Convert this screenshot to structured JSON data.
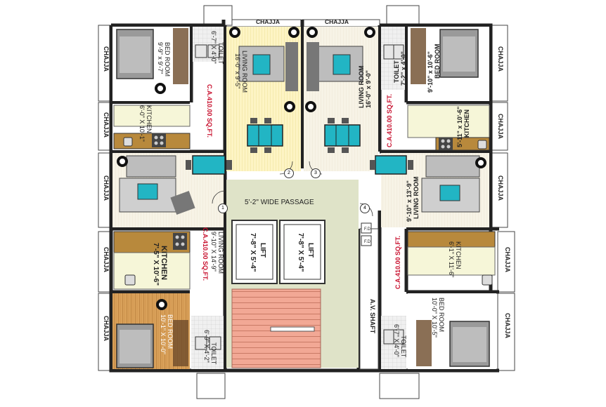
{
  "plan": {
    "chajja": "CHAJJA",
    "passage": "5'-2\"  WIDE PASSAGE",
    "av_shaft": "A.V. SHAFT",
    "fd": "F.D.",
    "doors": [
      "1",
      "2",
      "3",
      "4"
    ],
    "units": {
      "top_left": {
        "bedroom": "BED ROOM",
        "bedroom_size": "9'-9\" x 9'-7\"",
        "toilet": "TOILET",
        "toilet_size": "6'-7\" X 4'-0\"",
        "living": "LIVING ROOM",
        "living_size": "16'-0\" x 9'-5\"",
        "kitchen": "KITCHEN",
        "kitchen_size": "6'-0\" X 10'-1\"",
        "ca": "C.A.410.00 SQ.FT."
      },
      "top_right": {
        "bedroom": "BED ROOM",
        "bedroom_size": "9'-10\" x 10'-6\"",
        "toilet": "TOILET",
        "toilet_size": "7'-2\" x 4'-0\"",
        "living": "LIVING ROOM",
        "living_size": "16'-0\" x 9'-0\"",
        "kitchen": "KITCHEN",
        "kitchen_size": "5'-11\" x 10'-6\"",
        "living2": "LIVING ROOM",
        "living2_size": "9'-10\" x 13'-9\"",
        "ca": "C.A.410.00 SQ.FT."
      },
      "bottom_left": {
        "living": "LIVING ROOM",
        "living_size": "9'-10\" X 14'-9\"",
        "kitchen": "KITCHEN",
        "kitchen_size": "7'-5\" X 10'-6\"",
        "bedroom": "BED ROOM",
        "bedroom_size": "10'-1\" X 10'-0\"",
        "toilet": "TOILET",
        "toilet_size": "6'-9\" X 4'-2\"",
        "ca": "C.A.410.00 SQ.FT."
      },
      "bottom_right": {
        "kitchen": "KITCHEN",
        "kitchen_size": "6'-1\" X 11'-6\"",
        "bedroom": "BED ROOM",
        "bedroom_size": "10'-0\" X 10'-5\"",
        "toilet": "TOILET",
        "toilet_size": "6'-7\" X 4'-0\"",
        "ca": "C.A.410.00 SQ.FT."
      }
    },
    "lifts": [
      {
        "name": "LIFT",
        "size": "7'-8\" X 5'-4\""
      },
      {
        "name": "LIFT",
        "size": "7'-8\" X 5'-4\""
      }
    ]
  }
}
